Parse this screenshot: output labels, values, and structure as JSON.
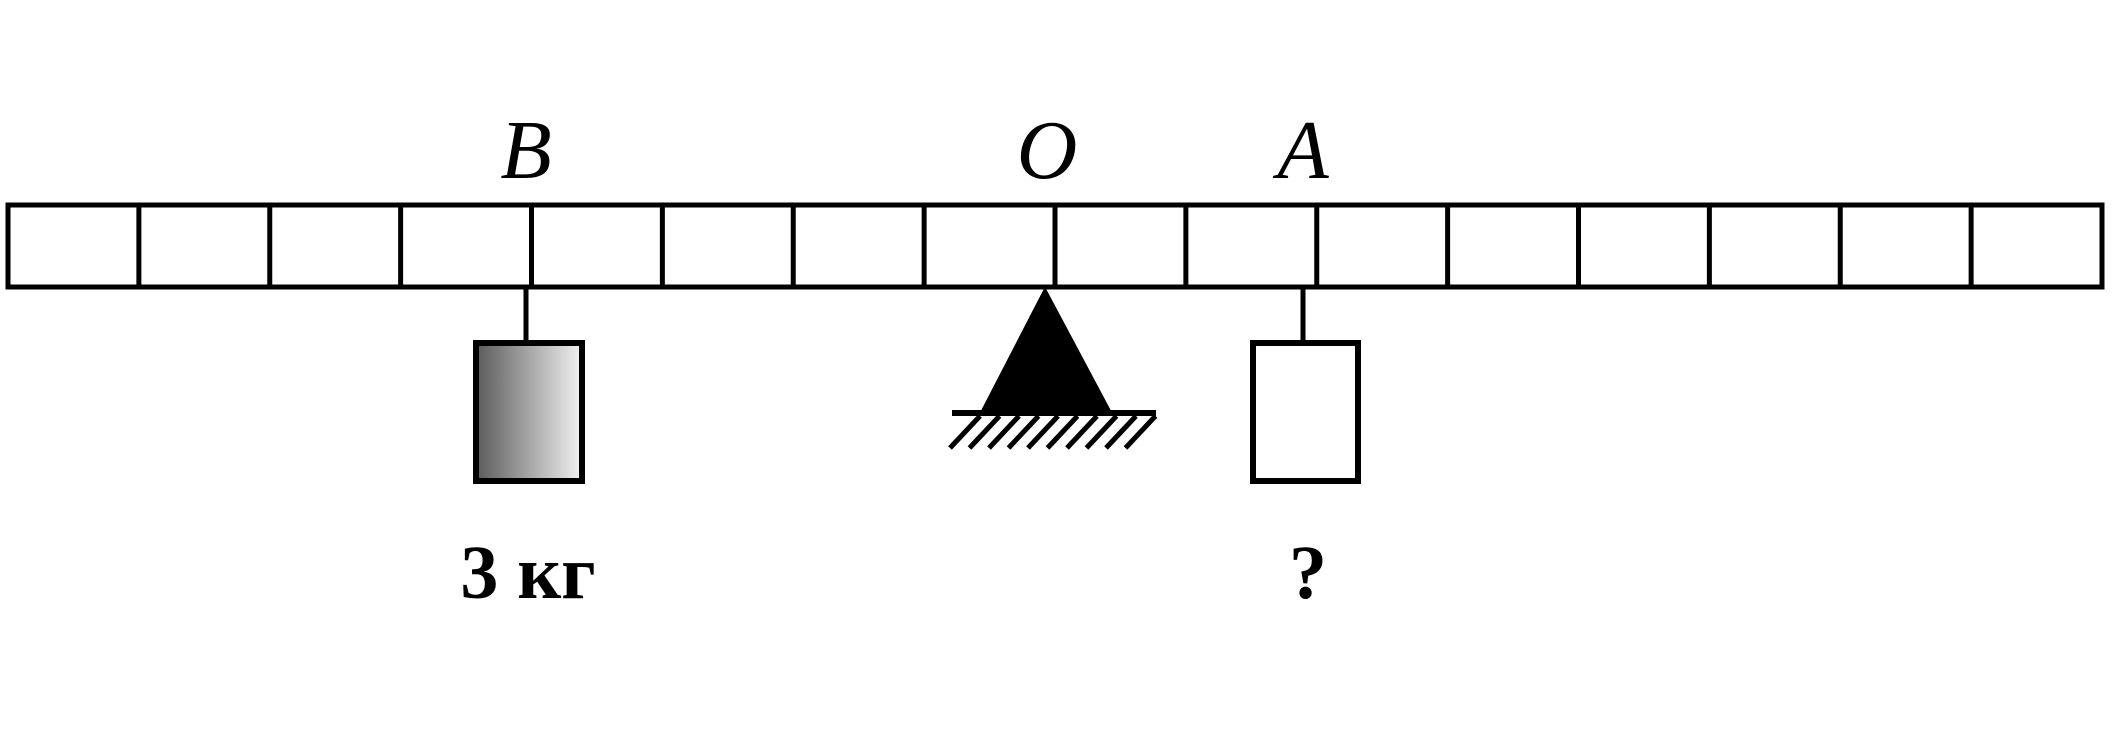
{
  "diagram": {
    "lever": {
      "segments": 16
    },
    "points": {
      "B": {
        "label": "B"
      },
      "O": {
        "label": "O"
      },
      "A": {
        "label": "A"
      }
    },
    "loads": {
      "left": {
        "label": "3 кг",
        "fill": "gradient"
      },
      "right": {
        "label": "?",
        "fill": "#ffffff"
      }
    },
    "colors": {
      "stroke": "#000000",
      "gradient_dark": "#5a5a5a",
      "gradient_light": "#f2f2f2"
    }
  }
}
